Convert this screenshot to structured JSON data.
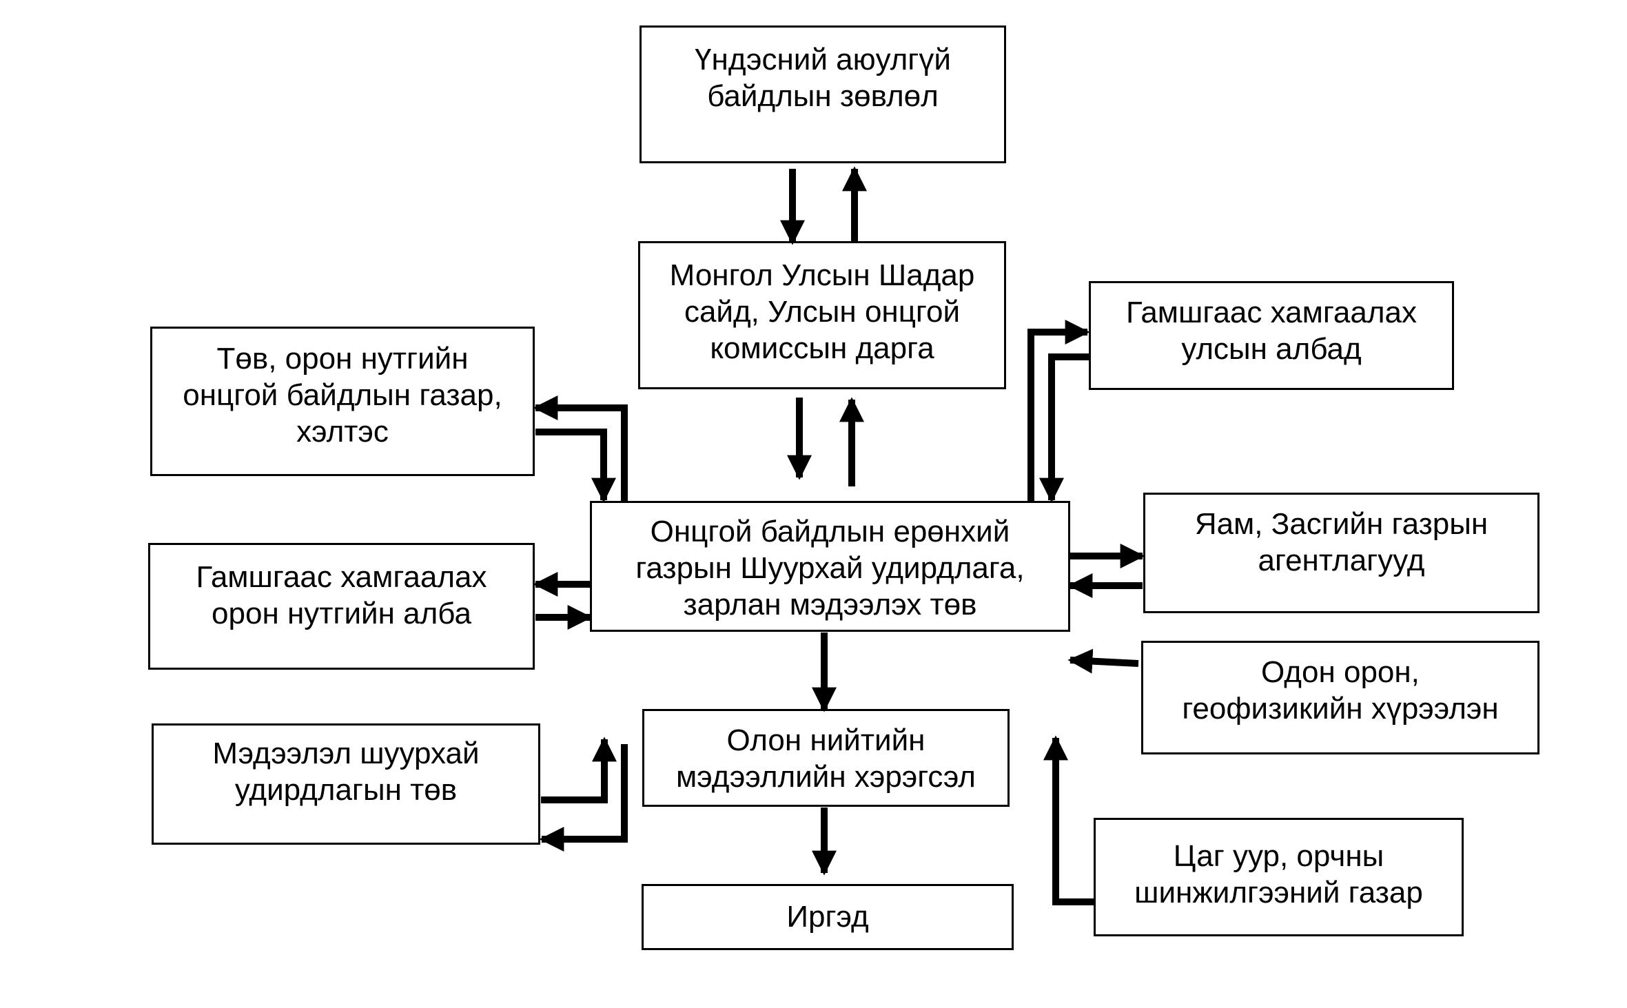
{
  "diagram": {
    "nodes": {
      "national_security_council": {
        "label": "Үндэсний аюулгүй\nбайдлын зөвлөл"
      },
      "deputy_pm": {
        "label": "Монгол Улсын Шадар\nсайд, Улсын онцгой\nкомиссын  дарга"
      },
      "central_local_agencies": {
        "label": "Төв, орон нутгийн\nонцгой байдлын газар,\nхэлтэс"
      },
      "national_disaster_units": {
        "label": "Гамшгаас хамгаалах\nулсын албад"
      },
      "nema_center": {
        "label": "Онцгой байдлын ерөнхий\nгазрын Шуурхай удирдлага,\nзарлан мэдээлэх төв"
      },
      "local_disaster_unit": {
        "label": "Гамшгаас хамгаалах\nорон нутгийн алба"
      },
      "ministries": {
        "label": "Яам, Засгийн газрын\nагентлагууд"
      },
      "geophysics_institute": {
        "label": "Одон орон,\nгеофизикийн хүрээлэн"
      },
      "info_center": {
        "label": "Мэдээлэл шуурхай\nудирдлагын төв"
      },
      "mass_media": {
        "label": "Олон нийтийн\nмэдээллийн хэрэгсэл"
      },
      "weather_agency": {
        "label": "Цаг уур, орчны\nшинжилгээний газар"
      },
      "citizens": {
        "label": "Иргэд"
      }
    },
    "colors": {
      "line": "#000000",
      "box_border": "#000000",
      "background": "#ffffff"
    }
  }
}
